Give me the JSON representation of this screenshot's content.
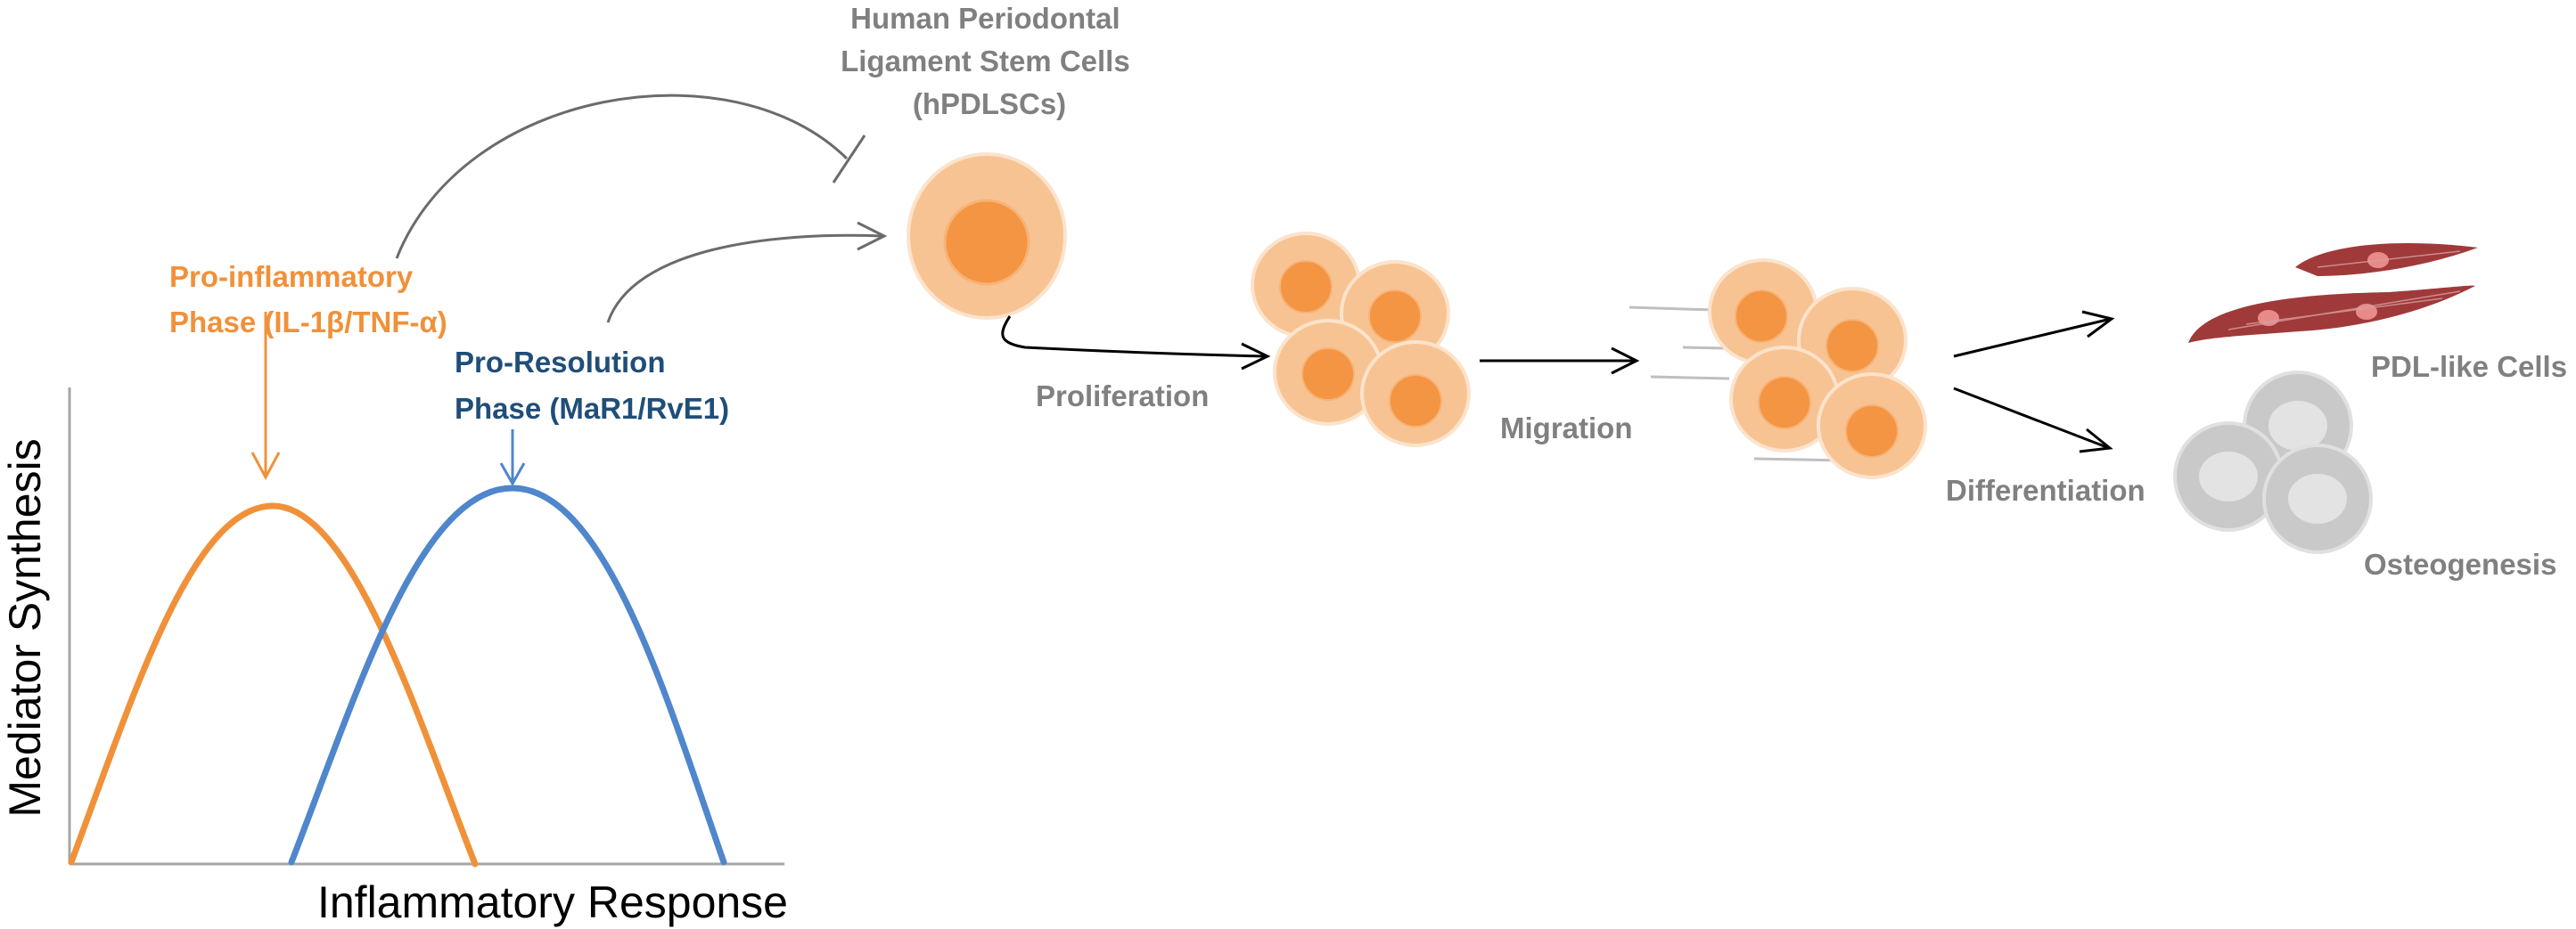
{
  "labels": {
    "cell_title": [
      "Human Periodontal",
      "Ligament Stem Cells",
      "(hPDLSCs)"
    ],
    "pro_inflammatory": [
      "Pro-inflammatory",
      "Phase (IL-1β/TNF-α)"
    ],
    "pro_resolution": [
      "Pro-Resolution",
      "Phase (MaR1/RvE1)"
    ],
    "proliferation": "Proliferation",
    "migration": "Migration",
    "differentiation": "Differentiation",
    "pdl_like_cells": "PDL-like Cells",
    "osteogenesis": "Osteogenesis",
    "y_axis": "Mediator Synthesis",
    "x_axis": "Inflammatory Response"
  },
  "colors": {
    "pro_inflammatory": "#f0913a",
    "pro_resolution": "#4f86cc",
    "pro_resolution_text": "#1f4e79",
    "gray_text": "#808080",
    "cell_outer": "#f8c393",
    "cell_inner": "#f39542",
    "cell_stroke": "#fbe3cc",
    "gray_cell_outer": "#c9c9c9",
    "gray_cell_inner": "#e3e3e3",
    "pdl_cell": "#a03a3a",
    "pdl_nucleus": "#e88a8a"
  }
}
